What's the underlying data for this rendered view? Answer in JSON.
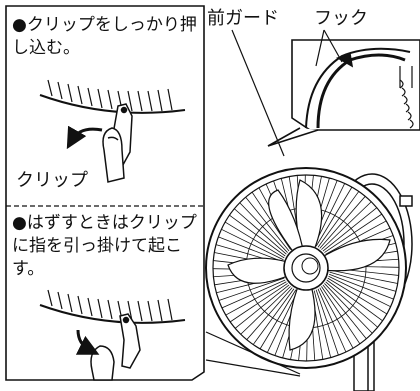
{
  "panel": {
    "step1_text": "クリップをしっかり押し込む。",
    "clip_label": "クリップ",
    "step2_text": "はずすときはクリップに指を引っ掛けて起こす。"
  },
  "labels": {
    "front_guard": "前ガード",
    "hook": "フック"
  },
  "icons": {
    "bullet": "black-circle",
    "arrows": "curved-arrow"
  },
  "colors": {
    "ink": "#111111",
    "fill": "#ffffff"
  }
}
